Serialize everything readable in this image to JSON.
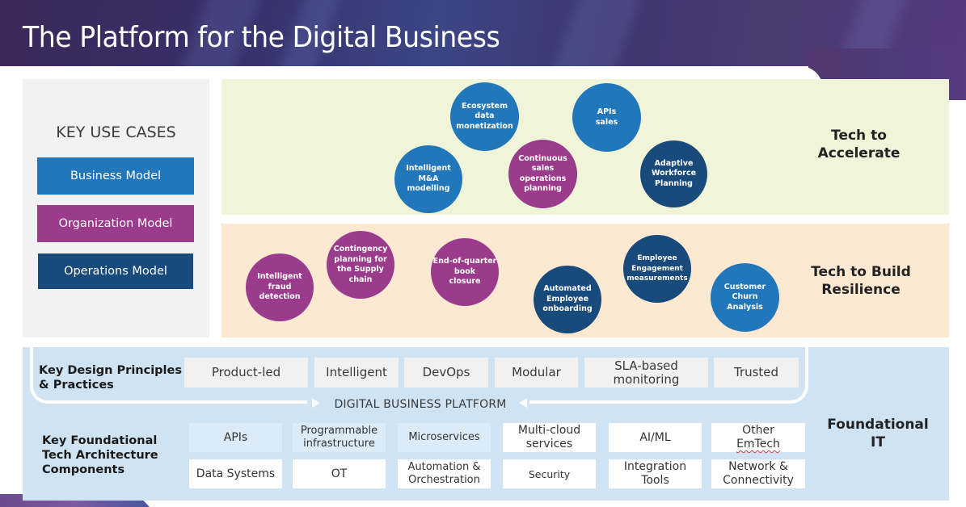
{
  "title": "The Platform for the Digital Business",
  "colors": {
    "business_blue": "#2277bb",
    "organization_purple": "#9a3b8c",
    "operations_navy": "#184a7c",
    "accelerate_bg": "#f0f4d9",
    "resilience_bg": "#fde8d2",
    "foundational_bg": "#cfe3f3"
  },
  "key_use_cases": {
    "heading": "KEY USE CASES",
    "items": [
      {
        "label": "Business Model",
        "color": "#2277bb"
      },
      {
        "label": "Organization Model",
        "color": "#9a3b8c"
      },
      {
        "label": "Operations Model",
        "color": "#184a7c"
      }
    ]
  },
  "tech_to_accelerate": {
    "label": "Tech to Accelerate",
    "bubbles": [
      {
        "text": "Ecosystem\ndata\nmonetization",
        "model": "Business Model"
      },
      {
        "text": "APIs\nsales",
        "model": "Business Model"
      },
      {
        "text": "Intelligent\nM&A\nmodelling",
        "model": "Business Model"
      },
      {
        "text": "Continuous\nsales\noperations\nplanning",
        "model": "Organization Model"
      },
      {
        "text": "Adaptive\nWorkforce\nPlanning",
        "model": "Operations Model"
      }
    ]
  },
  "tech_to_build_resilience": {
    "label": "Tech to Build\nResilience",
    "bubbles": [
      {
        "text": "Intelligent\nfraud\ndetection",
        "model": "Organization Model"
      },
      {
        "text": "Contingency\nplanning for\nthe  Supply\nchain",
        "model": "Organization Model"
      },
      {
        "text": "End-of-quarter\nbook\nclosure",
        "model": "Organization Model"
      },
      {
        "text": "Automated\nEmployee\nonboarding",
        "model": "Operations Model"
      },
      {
        "text": "Employee\nEngagement\nmeasurements",
        "model": "Operations Model"
      },
      {
        "text": "Customer\nChurn\nAnalysis",
        "model": "Business Model"
      }
    ]
  },
  "design_principles": {
    "label": "Key Design Principles\n& Practices",
    "items": [
      "Product-led",
      "Intelligent",
      "DevOps",
      "Modular",
      "SLA-based\nmonitoring",
      "Trusted"
    ]
  },
  "platform_label": "DIGITAL BUSINESS PLATFORM",
  "foundational_components": {
    "label": "Key Foundational\nTech Architecture\nComponents",
    "row1": [
      "APIs",
      "Programmable\ninfrastructure",
      "Microservices",
      "Multi-cloud\nservices",
      "AI/ML",
      "Other\nEmTech"
    ],
    "row2": [
      "Data Systems",
      "OT",
      "Automation &\nOrchestration",
      "Security",
      "Integration\nTools",
      "Network &\nConnectivity"
    ]
  },
  "foundational_it_label": "Foundational\nIT"
}
